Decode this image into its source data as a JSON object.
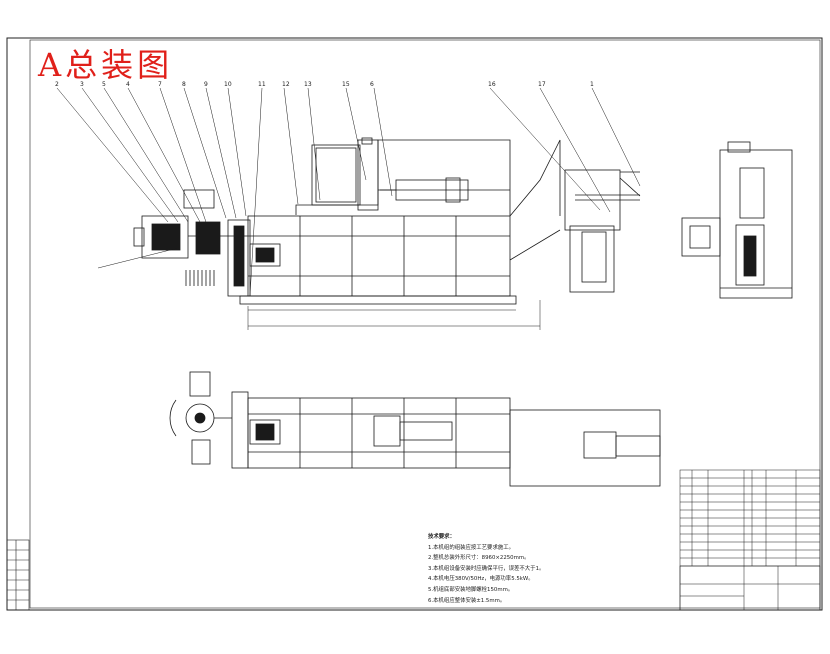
{
  "drawing_title": "A总装图",
  "balloons": [
    "2",
    "3",
    "5",
    "4",
    "7",
    "8",
    "9",
    "10",
    "11",
    "12",
    "13",
    "15",
    "6",
    "16",
    "17",
    "1"
  ],
  "notes": {
    "header": "技术要求：",
    "lines": [
      "1.本机组的组装应按工艺要求施工。",
      "2.整机总装外形尺寸：8960×2250mm。",
      "3.本机组设备安装时应确保平行，误差不大于1。",
      "4.本机电压380V/50Hz，电源功率5.5kW。",
      "5.机组底部安装地脚螺栓150mm。",
      "6.本机组应整体安装±1.5mm。"
    ]
  },
  "colors": {
    "line": "#1a1a1a",
    "red": "#e0201a",
    "paper": "#ffffff"
  },
  "icons": [
    "border-frame",
    "motor-icon",
    "cylinder-icon",
    "hopper-icon",
    "flywheel-icon"
  ]
}
